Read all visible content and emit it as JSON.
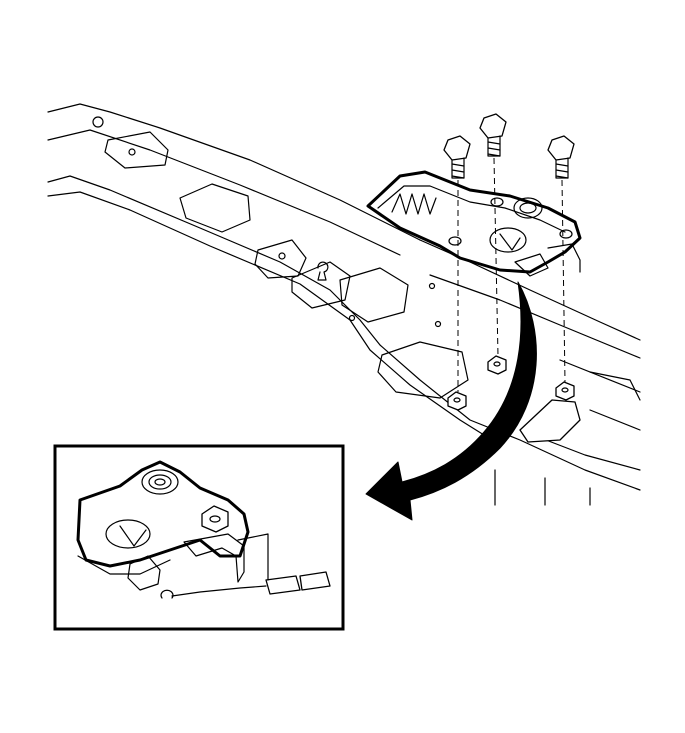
{
  "figure": {
    "kind": "exploded-assembly-line-drawing",
    "parts": {
      "bolts": 3,
      "nuts": 3
    },
    "colors": {
      "line": "#000000",
      "background": "#ffffff"
    }
  }
}
